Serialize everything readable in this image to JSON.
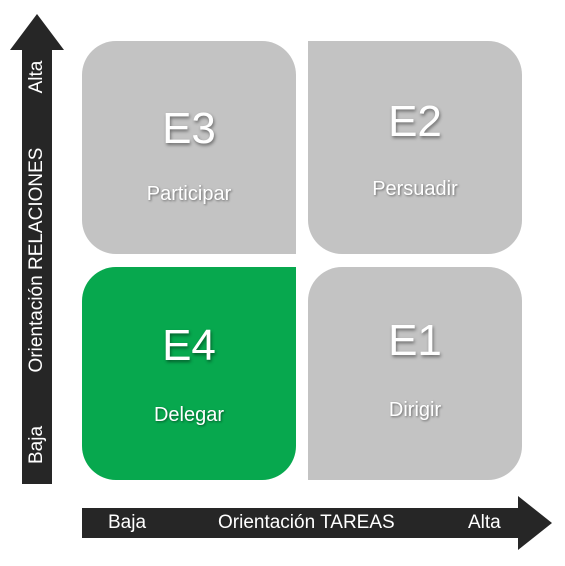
{
  "quadrants": {
    "e3": {
      "code": "E3",
      "label": "Participar",
      "color": "#c3c3c3"
    },
    "e2": {
      "code": "E2",
      "label": "Persuadir",
      "color": "#c3c3c3"
    },
    "e4": {
      "code": "E4",
      "label": "Delegar",
      "color": "#07a84e"
    },
    "e1": {
      "code": "E1",
      "label": "Dirigir",
      "color": "#c3c3c3"
    }
  },
  "x_axis": {
    "low": "Baja",
    "title": "Orientación TAREAS",
    "high": "Alta"
  },
  "y_axis": {
    "low": "Baja",
    "title": "Orientación RELACIONES",
    "high": "Alta"
  },
  "colors": {
    "axis": "#262626",
    "text": "#ffffff"
  }
}
